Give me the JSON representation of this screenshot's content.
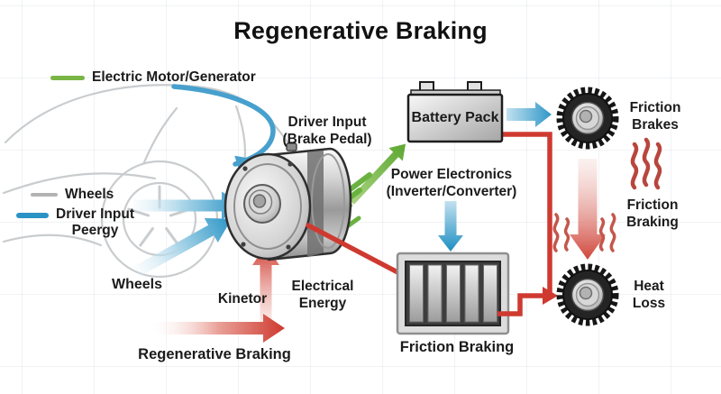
{
  "title": "Regenerative Braking",
  "legend": {
    "items": [
      {
        "id": "electric-motor-generator",
        "label": "Electric Motor/Generator",
        "color": "#79b544"
      },
      {
        "id": "wheels",
        "label": "Wheels",
        "color": "#b3b3b3"
      },
      {
        "id": "driver-input-energy",
        "label": "Driver Input\nPeergy",
        "color": "#2a92c5"
      }
    ]
  },
  "nodes": {
    "battery_pack": "Battery Pack",
    "friction_braking_unit": "Friction Braking"
  },
  "labels": {
    "driver_input": "Driver Input\n(Brake Pedal)",
    "power_electronics": "Power Electronics\n(Inverter/Converter)",
    "friction_brakes": "Friction\nBrakes",
    "friction_braking": "Friction\nBraking",
    "heat_loss": "Heat\nLoss",
    "electrical_energy": "Electrical\nEnergy",
    "kinetic_energy": "Kinetor",
    "wheels": "Wheels",
    "regenerative_braking": "Regenerative Braking"
  },
  "colors": {
    "arrow_blue": "#2391c4",
    "arrow_green": "#6ab240",
    "arrow_red": "#cf3a30",
    "text": "#1b1b1b"
  }
}
